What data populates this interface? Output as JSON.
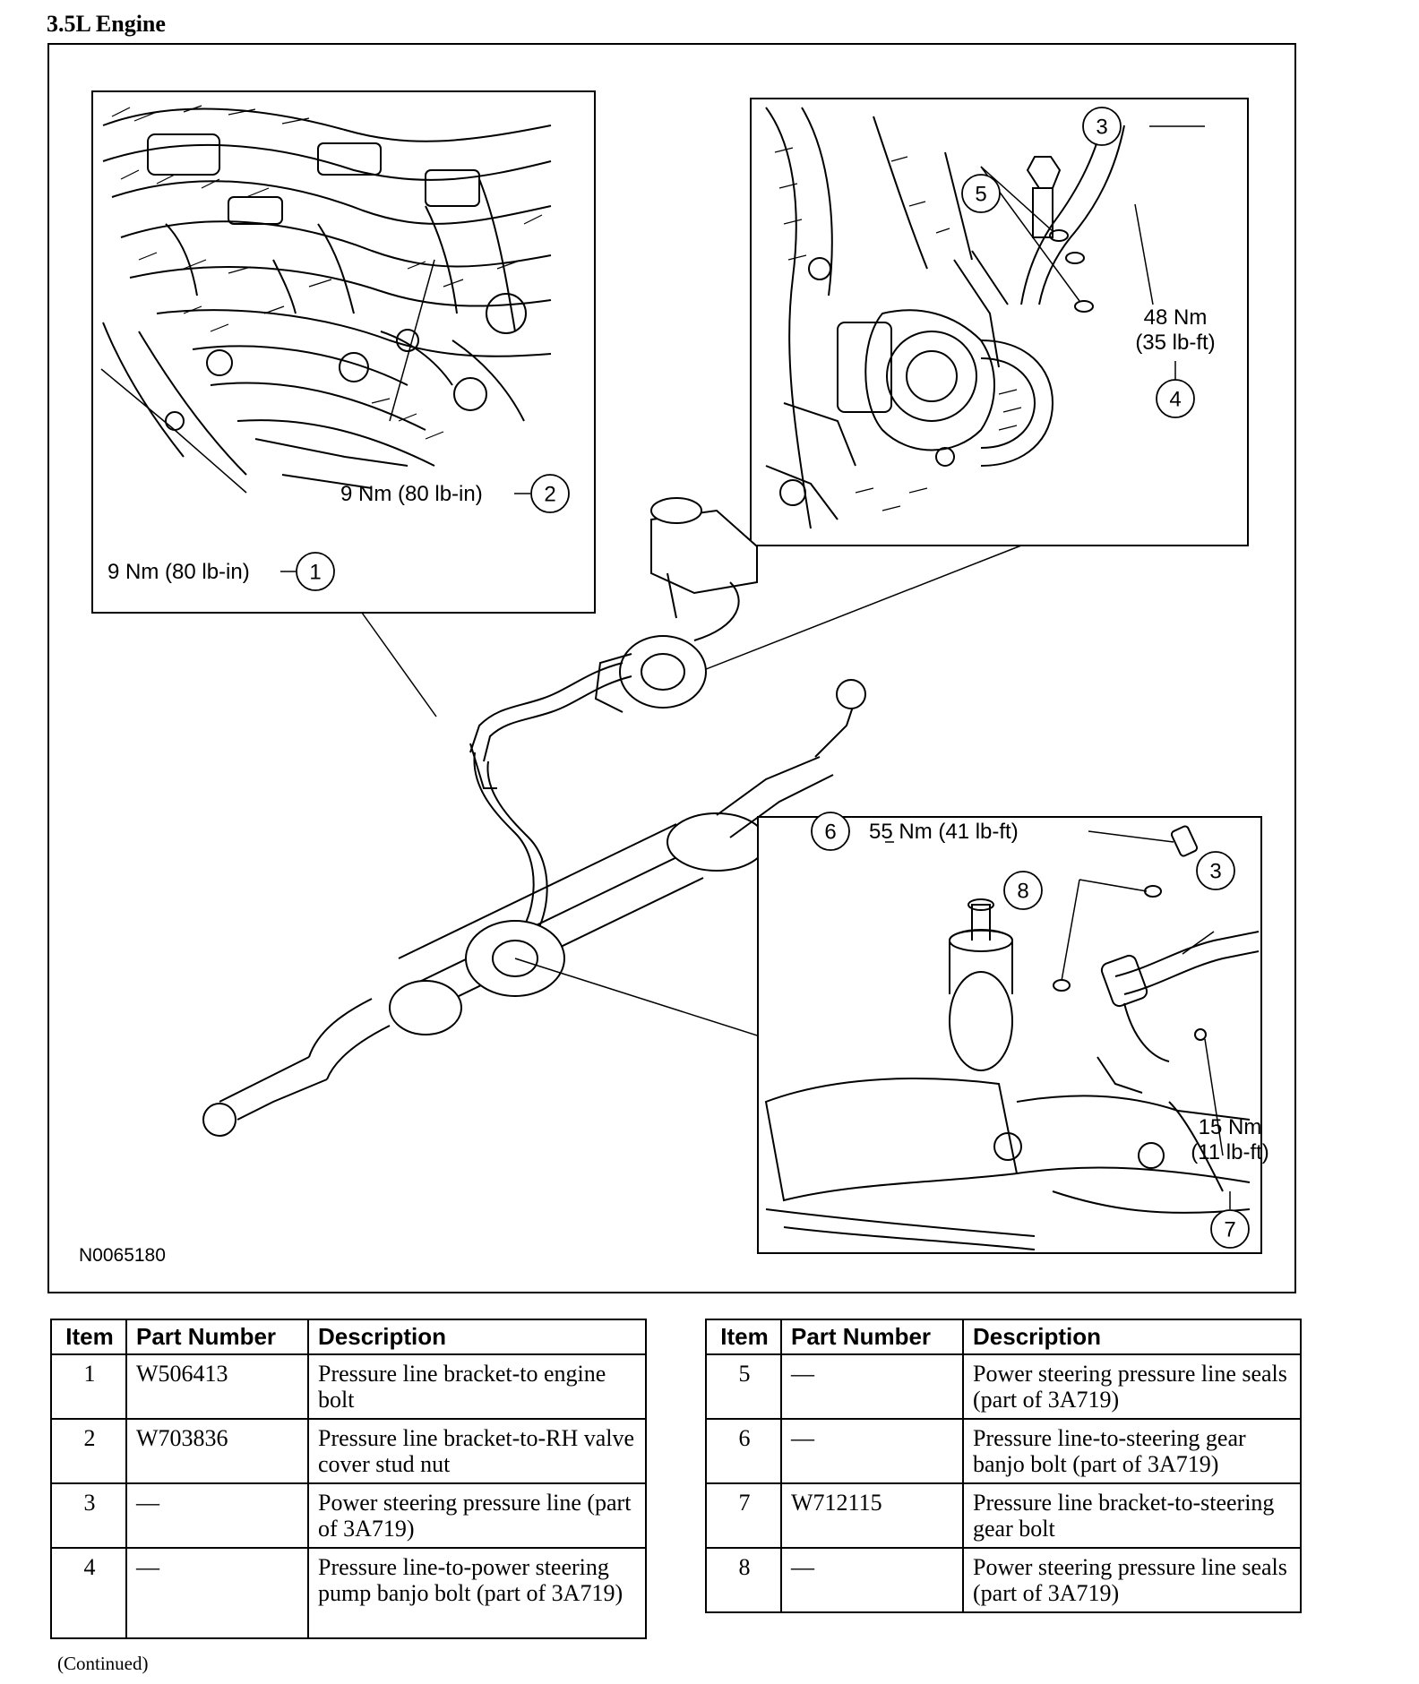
{
  "page": {
    "heading": "3.5L Engine",
    "continued": "(Continued)"
  },
  "figure": {
    "figure_id": "N0065180",
    "callouts": [
      {
        "num": "1",
        "torque": "9 Nm (80 lb-in)"
      },
      {
        "num": "2",
        "torque": "9 Nm (80 lb-in)"
      },
      {
        "num": "3",
        "torque": ""
      },
      {
        "num": "4",
        "torque": "48 Nm",
        "torque_sub": "(35 lb-ft)"
      },
      {
        "num": "5",
        "torque": ""
      },
      {
        "num": "6",
        "torque": "55 Nm (41 lb-ft)"
      },
      {
        "num": "7",
        "torque": "15 Nm",
        "torque_sub": "(11 lb-ft)"
      },
      {
        "num": "8",
        "torque": ""
      }
    ]
  },
  "table": {
    "headers": [
      "Item",
      "Part Number",
      "Description"
    ],
    "left_rows": [
      {
        "item": "1",
        "part": "W506413",
        "desc": "Pressure line bracket-to engine bolt"
      },
      {
        "item": "2",
        "part": "W703836",
        "desc": "Pressure line bracket-to-RH valve cover stud nut"
      },
      {
        "item": "3",
        "part": "—",
        "desc": "Power steering pressure line (part of 3A719)"
      },
      {
        "item": "4",
        "part": "—",
        "desc": "Pressure line-to-power steering pump banjo bolt (part of 3A719)"
      }
    ],
    "right_rows": [
      {
        "item": "5",
        "part": "—",
        "desc": "Power steering pressure line seals (part of 3A719)"
      },
      {
        "item": "6",
        "part": "—",
        "desc": "Pressure line-to-steering gear banjo bolt (part of 3A719)"
      },
      {
        "item": "7",
        "part": "W712115",
        "desc": "Pressure line bracket-to-steering gear bolt"
      },
      {
        "item": "8",
        "part": "—",
        "desc": "Power steering pressure line seals (part of 3A719)"
      }
    ]
  }
}
